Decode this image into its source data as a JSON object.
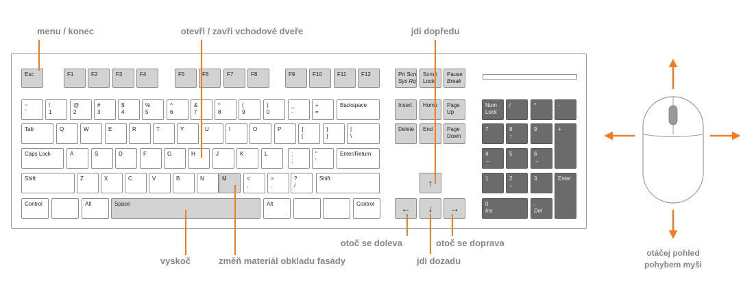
{
  "labels": {
    "menu": "menu / konec",
    "door": "otevři / zavři vchodové dveře",
    "forward": "jdi dopředu",
    "left": "otoč se doleva",
    "right": "otoč se doprava",
    "back": "jdi dozadu",
    "jump": "vyskoč",
    "material": "změň materiál obkladu fasády",
    "mouse_line1": "otáčej pohled",
    "mouse_line2": "pohybem myši"
  },
  "colors": {
    "accent": "#f07d22",
    "label_text": "#868686",
    "key_highlight": "#d2d2d2",
    "numpad_dark": "#6b6b6b"
  },
  "keys": {
    "esc": [
      "Esc",
      ""
    ],
    "f1": [
      "F1",
      ""
    ],
    "f2": [
      "F2",
      ""
    ],
    "f3": [
      "F3",
      ""
    ],
    "f4": [
      "F4",
      ""
    ],
    "f5": [
      "F5",
      ""
    ],
    "f6": [
      "F6",
      ""
    ],
    "f7": [
      "F7",
      ""
    ],
    "f8": [
      "F8",
      ""
    ],
    "f9": [
      "F9",
      ""
    ],
    "f10": [
      "F10",
      ""
    ],
    "f11": [
      "F11",
      ""
    ],
    "f12": [
      "F12",
      ""
    ],
    "prtscr": [
      "Prt Scrn",
      "Sys Rq"
    ],
    "scroll": [
      "Scroll",
      "Lock"
    ],
    "pause": [
      "Pause",
      "Break"
    ],
    "tilde": [
      "~",
      "`"
    ],
    "n1": [
      "!",
      "1"
    ],
    "n2": [
      "@",
      "2"
    ],
    "n3": [
      "#",
      "3"
    ],
    "n4": [
      "$",
      "4"
    ],
    "n5": [
      "%",
      "5"
    ],
    "n6": [
      "^",
      "6"
    ],
    "n7": [
      "&",
      "7"
    ],
    "n8": [
      "*",
      "8"
    ],
    "n9": [
      "(",
      "9"
    ],
    "n0": [
      ")",
      "0"
    ],
    "minus": [
      "_",
      "-"
    ],
    "equal": [
      "+",
      "="
    ],
    "backspace": [
      "Backspace",
      ""
    ],
    "tab": [
      "Tab",
      ""
    ],
    "q": [
      "Q",
      ""
    ],
    "w": [
      "W",
      ""
    ],
    "e": [
      "E",
      ""
    ],
    "r": [
      "R",
      ""
    ],
    "t": [
      "T",
      ""
    ],
    "y": [
      "Y",
      ""
    ],
    "u": [
      "U",
      ""
    ],
    "i": [
      "I",
      ""
    ],
    "o": [
      "O",
      ""
    ],
    "p": [
      "P",
      ""
    ],
    "lbr": [
      "{",
      "["
    ],
    "rbr": [
      "}",
      "]"
    ],
    "bslash": [
      "|",
      "\\"
    ],
    "caps": [
      "Caps Lock",
      ""
    ],
    "a": [
      "A",
      ""
    ],
    "s": [
      "S",
      ""
    ],
    "d": [
      "D",
      ""
    ],
    "f": [
      "F",
      ""
    ],
    "g": [
      "G",
      ""
    ],
    "h": [
      "H",
      ""
    ],
    "j": [
      "J",
      ""
    ],
    "k": [
      "K",
      ""
    ],
    "l": [
      "L",
      ""
    ],
    "semi": [
      ":",
      ";"
    ],
    "quote": [
      "\"",
      "'"
    ],
    "enter": [
      "Enter/Return",
      ""
    ],
    "lshift": [
      "Shift",
      ""
    ],
    "z": [
      "Z",
      ""
    ],
    "x": [
      "X",
      ""
    ],
    "c": [
      "C",
      ""
    ],
    "v": [
      "V",
      ""
    ],
    "b": [
      "B",
      ""
    ],
    "n": [
      "N",
      ""
    ],
    "m": [
      "M",
      ""
    ],
    "comma": [
      "<",
      ","
    ],
    "period": [
      ">",
      "."
    ],
    "slash": [
      "?",
      "/"
    ],
    "rshift": [
      "Shift",
      ""
    ],
    "lctrl": [
      "Control",
      ""
    ],
    "lwin": [
      "",
      ""
    ],
    "lalt": [
      "Alt",
      ""
    ],
    "space": [
      "Space",
      ""
    ],
    "ralt": [
      "Alt",
      ""
    ],
    "rwin": [
      "",
      ""
    ],
    "menu": [
      "",
      ""
    ],
    "rctrl": [
      "Control",
      ""
    ],
    "insert": [
      "Insert",
      ""
    ],
    "home": [
      "Home",
      ""
    ],
    "pgup": [
      "Page",
      "Up"
    ],
    "delete": [
      "Delete",
      ""
    ],
    "end": [
      "End",
      ""
    ],
    "pgdn": [
      "Page",
      "Down"
    ],
    "up": [
      "↑",
      ""
    ],
    "left": [
      "←",
      ""
    ],
    "down": [
      "↓",
      ""
    ],
    "right": [
      "→",
      ""
    ],
    "numlock": [
      "Num",
      "Lock"
    ],
    "npdiv": [
      "/",
      ""
    ],
    "npmul": [
      "*",
      ""
    ],
    "npsub": [
      "-",
      ""
    ],
    "np7": [
      "7",
      ""
    ],
    "np8": [
      "8",
      "↑"
    ],
    "np9": [
      "9",
      ""
    ],
    "npadd": [
      "+",
      ""
    ],
    "np4": [
      "4",
      "←"
    ],
    "np5": [
      "5",
      ""
    ],
    "np6": [
      "6",
      "→"
    ],
    "np1": [
      "1",
      ""
    ],
    "np2": [
      "2",
      "↓"
    ],
    "np3": [
      "3",
      ""
    ],
    "npenter": [
      "Enter",
      ""
    ],
    "np0": [
      "0",
      "Ins"
    ],
    "npdot": [
      ".",
      "Del"
    ]
  }
}
